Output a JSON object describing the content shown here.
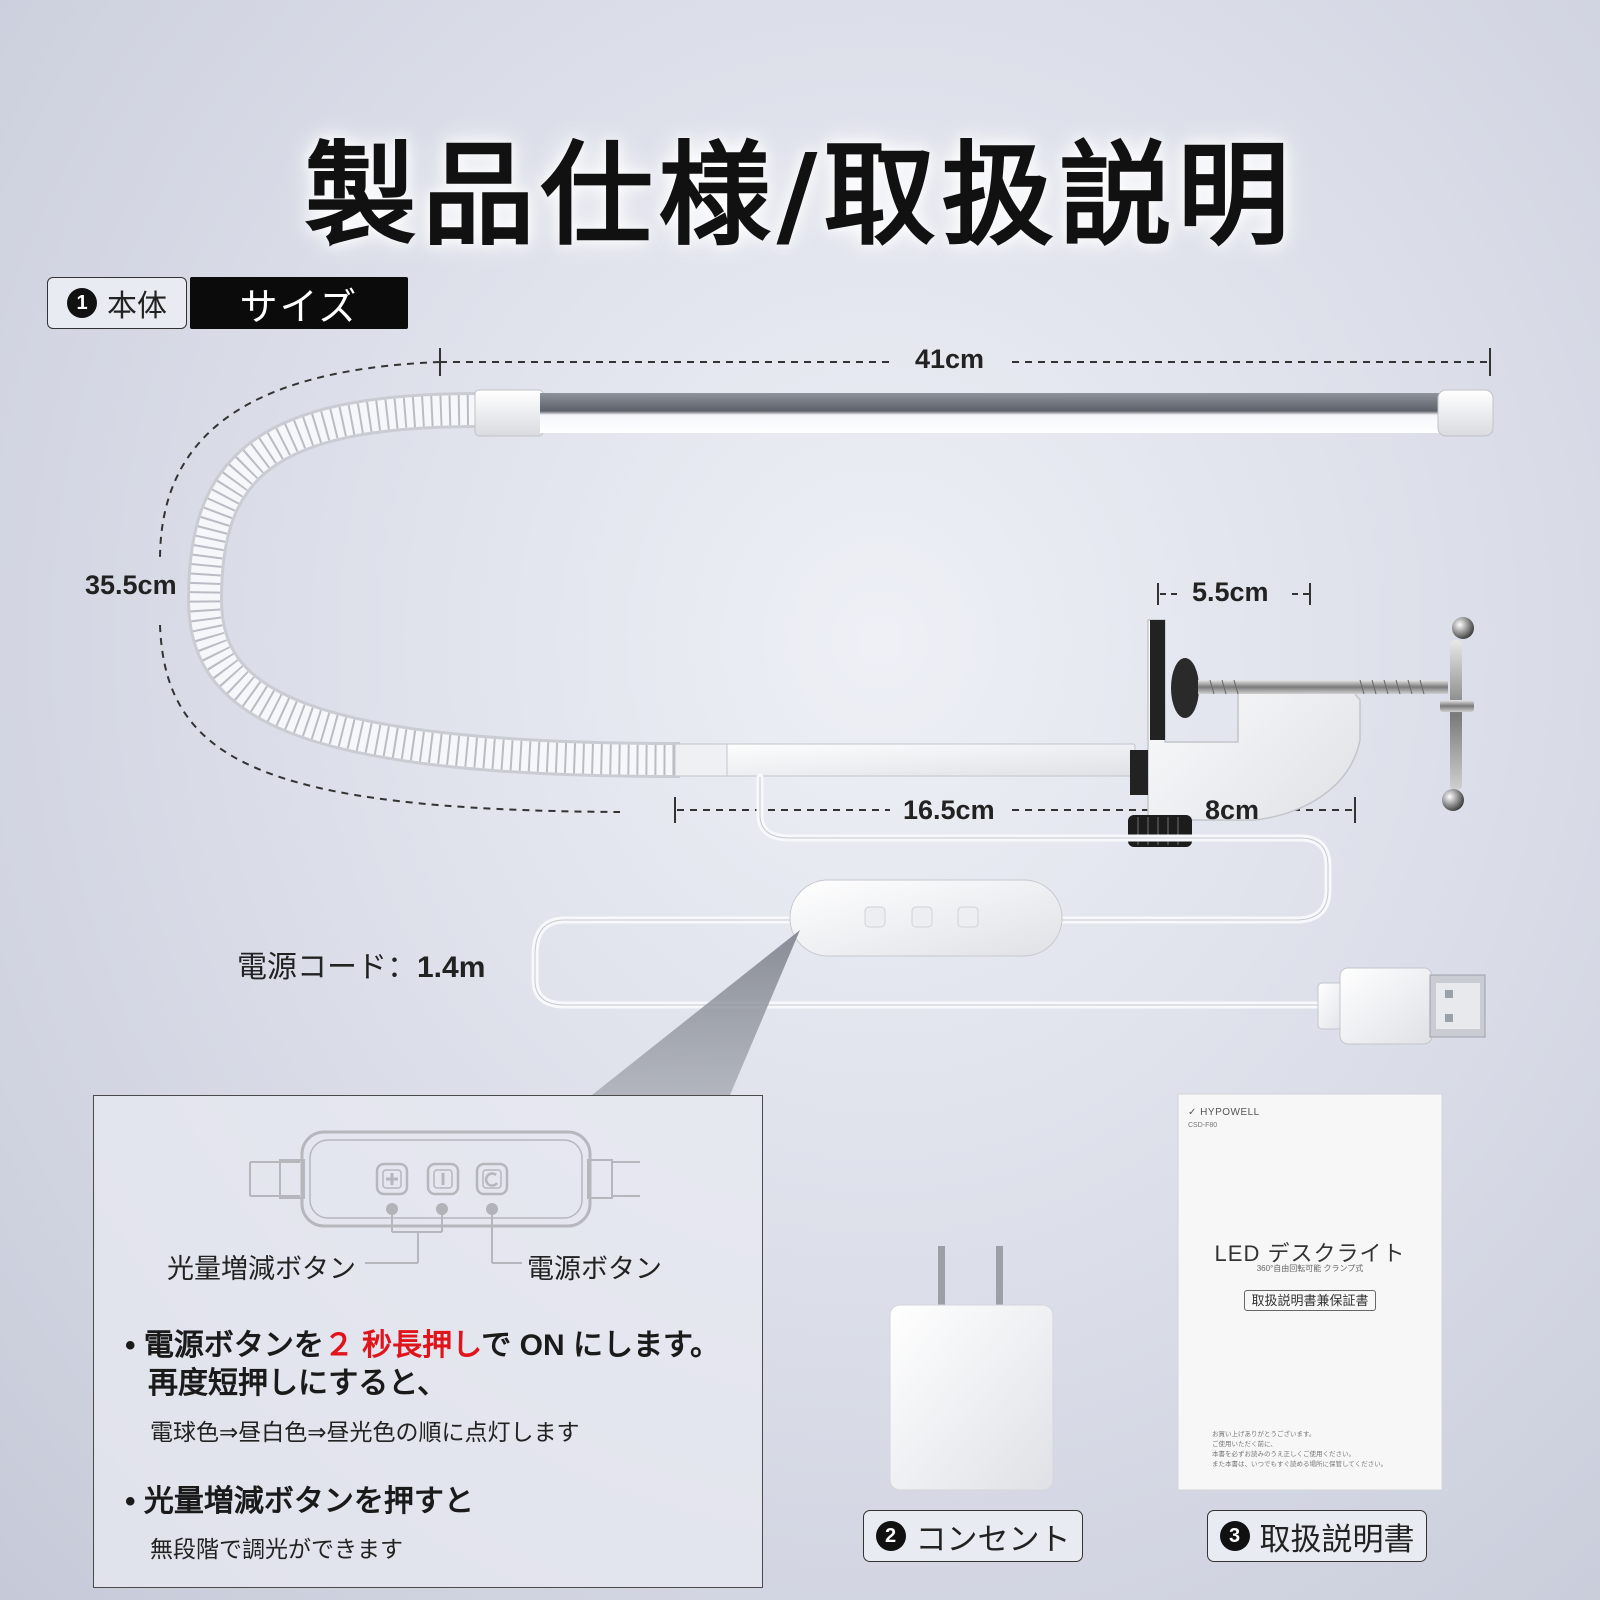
{
  "title": "製品仕様/取扱説明",
  "section": {
    "number": "1",
    "label": "本体",
    "tab": "サイズ"
  },
  "dimensions": {
    "width": "41cm",
    "height": "35.5cm",
    "clamp_opening": "5.5cm",
    "arm_length": "16.5cm",
    "clamp_depth": "8cm"
  },
  "cord": {
    "label": "電源コード：",
    "value": "1.4m"
  },
  "controller": {
    "brightness_label": "光量増減ボタン",
    "power_label": "電源ボタン",
    "bullet1_part1": "電源ボタンを",
    "bullet1_red": "２ 秒長押し",
    "bullet1_part2": "で ON にします。",
    "bullet1_line2": "再度短押しにすると、",
    "bullet1_note": "電球色⇒昼白色⇒昼光色の順に点灯します",
    "bullet2": "光量増減ボタンを押すと",
    "bullet2_note": "無段階で調光ができます"
  },
  "accessories": [
    {
      "number": "2",
      "label": "コンセント"
    },
    {
      "number": "3",
      "label": "取扱説明書"
    }
  ],
  "manual": {
    "brand": "HYPOWELL",
    "model": "CSD-F80",
    "title_latin": "LED",
    "title_jp": "デスクライト",
    "subtitle": "360°自由回転可能 クランプ式",
    "boxed": "取扱説明書兼保証書",
    "lines": [
      "お買い上げありがとうございます。",
      "ご使用いただく前に、",
      "本書を必ずお読みのうえ正しくご使用ください。",
      "また本書は、いつでもすぐ読める場所に保管してください。"
    ]
  }
}
